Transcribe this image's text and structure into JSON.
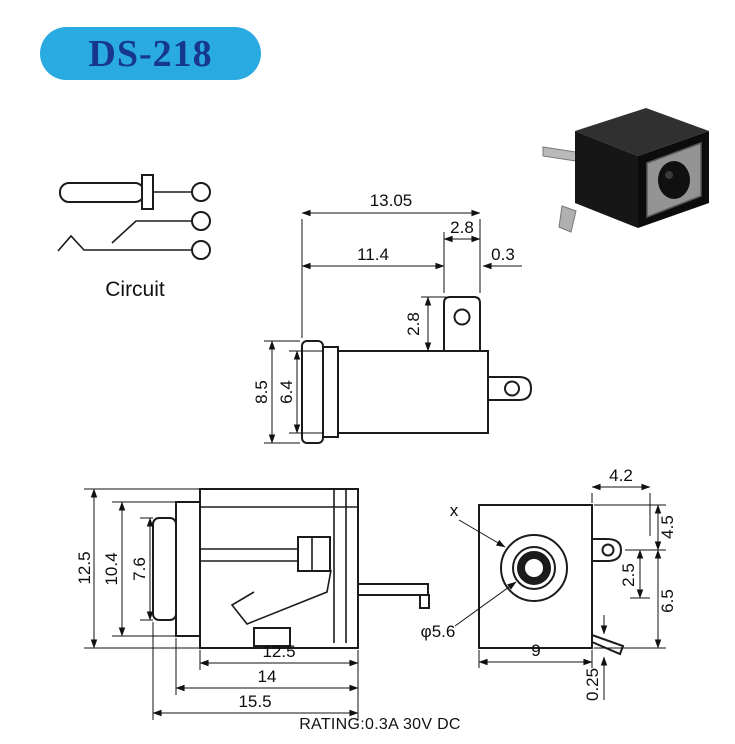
{
  "header": {
    "model": "DS-218",
    "badge_bg": "#29abe2",
    "badge_text_color": "#16378c"
  },
  "footer": {
    "rating": "RATING:0.3A 30V DC"
  },
  "circuit": {
    "label": "Circuit"
  },
  "side_view": {
    "dim_total_width": "13.05",
    "dim_pin_offset": "2.8",
    "dim_body_width": "11.4",
    "dim_pin_thickness": "0.3",
    "dim_pin_height": "2.8",
    "dim_total_height": "8.5",
    "dim_body_height": "6.4"
  },
  "front_view": {
    "dim_total_height": "12.5",
    "dim_flange_height": "10.4",
    "dim_barrel_height": "7.6",
    "dim_body_width": "12.5",
    "dim_mid_width": "14",
    "dim_total_width": "15.5"
  },
  "rear_view": {
    "pin_mark": "x",
    "dim_hole_diameter": "φ5.6",
    "dim_tab_length": "4.2",
    "dim_top_to_tab": "4.5",
    "dim_tab_to_pin": "2.5",
    "dim_tab_to_bottom": "6.5",
    "dim_body_width": "9",
    "dim_pin_thickness": "0.25"
  }
}
